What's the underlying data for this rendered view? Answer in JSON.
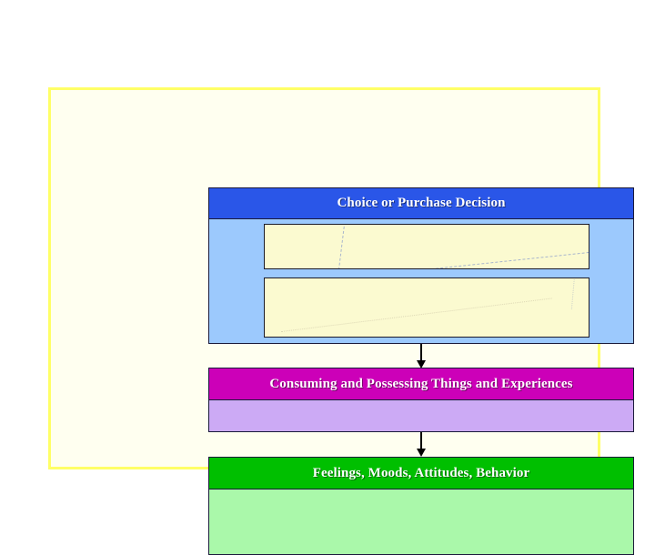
{
  "slide": {
    "background_color": "#ffffff",
    "panel": {
      "fill_color": "#fffff0",
      "border_color": "#ffff66"
    }
  },
  "diagram": {
    "type": "vertical-flow",
    "boxes": [
      {
        "id": "choice",
        "header_label": "Choice or Purchase Decision",
        "header_color": "#2a56e8",
        "body_color": "#9cc9fd",
        "body_text": "",
        "inner_panels": [
          {
            "id": "cream-top",
            "text": "",
            "fill_color": "#fbfad0"
          },
          {
            "id": "cream-bottom",
            "text": "",
            "fill_color": "#fbfad0"
          }
        ]
      },
      {
        "id": "consuming",
        "header_label": "Consuming and Possessing Things and Experiences",
        "header_color": "#cc00b8",
        "body_color": "#ccaaf5",
        "body_text": ""
      },
      {
        "id": "feelings",
        "header_label": "Feelings, Moods, Attitudes, Behavior",
        "header_color": "#00bf00",
        "body_color": "#aaf8aa",
        "body_text": ""
      }
    ],
    "connectors": [
      {
        "id": "arrow-1",
        "from": "choice",
        "to": "consuming",
        "direction": "down"
      },
      {
        "id": "arrow-2",
        "from": "consuming",
        "to": "feelings",
        "direction": "down"
      }
    ]
  }
}
